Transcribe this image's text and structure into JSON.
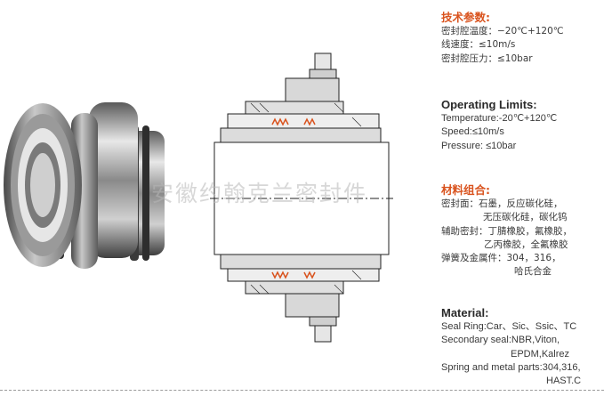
{
  "watermark": "安徽约翰克兰密封件",
  "specs_cn": {
    "title": "技术参数:",
    "lines": [
      "密封腔温度：−20℃+120℃",
      "线速度：≤10m/s",
      "密封腔压力：≤10bar"
    ]
  },
  "specs_en": {
    "title": "Operating Limits:",
    "lines": [
      "Temperature:-20℃+120℃",
      "Speed:≤10m/s",
      "Pressure:  ≤10bar"
    ]
  },
  "materials_cn": {
    "title": "材料组合:",
    "lines": [
      "密封面：石墨，反应碳化硅，",
      "无压碳化硅，碳化钨",
      "辅助密封：丁腈橡胶，氟橡胶，",
      "乙丙橡胶，全氟橡胶",
      "弹簧及金属件：304，316，",
      "哈氏合金"
    ]
  },
  "materials_en": {
    "title": "Material:",
    "lines": [
      "Seal Ring:Car、Sic、Ssic、TC",
      "Secondary seal:NBR,Viton,",
      "EPDM,Kalrez",
      "Spring and metal parts:304,316,",
      "HAST.C"
    ]
  }
}
